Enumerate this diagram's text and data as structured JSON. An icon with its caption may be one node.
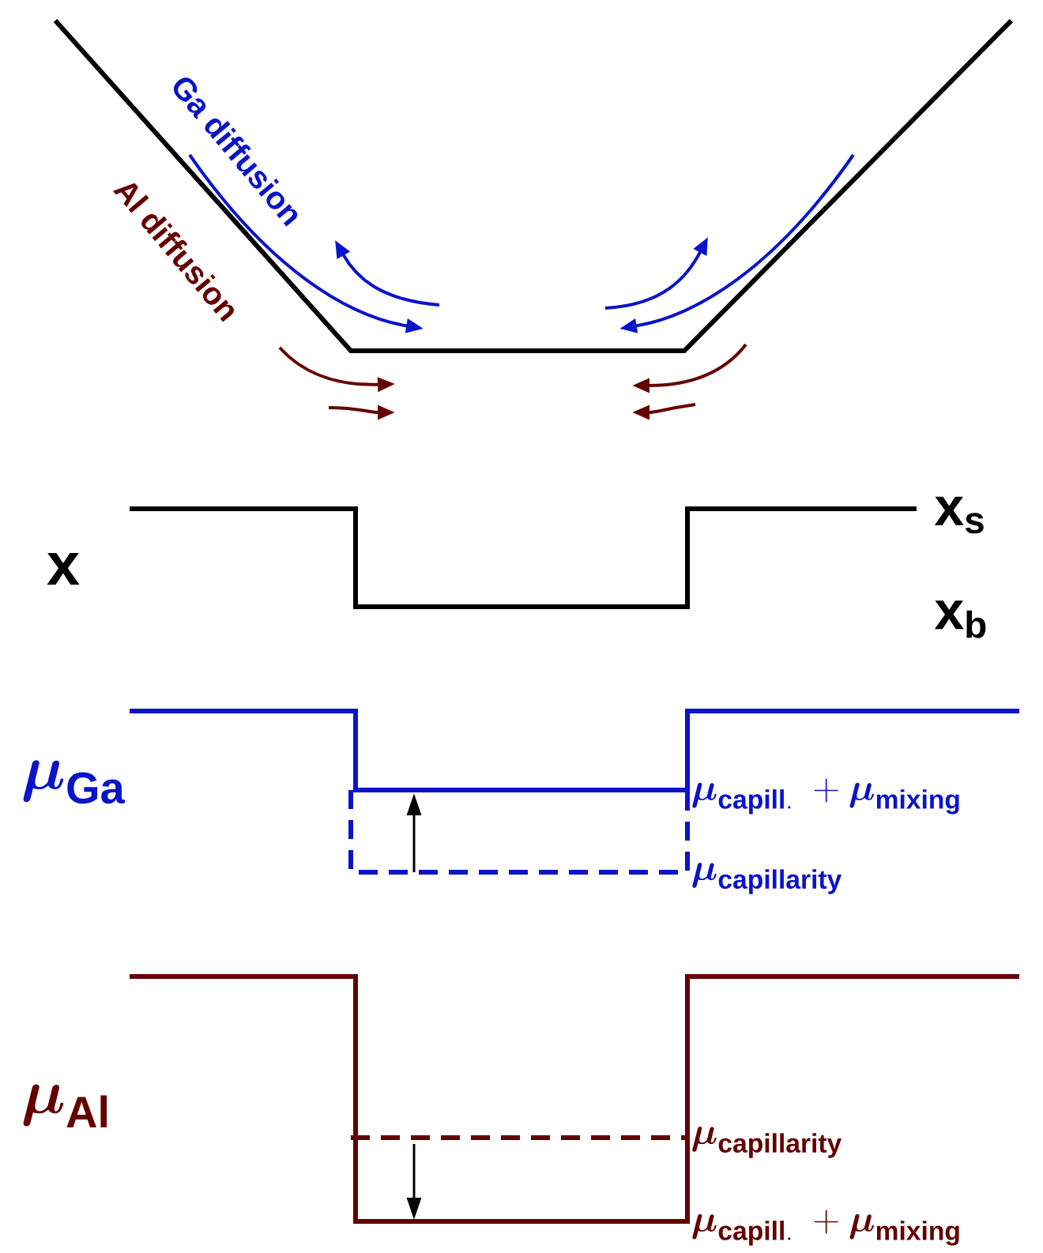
{
  "diagram": {
    "labels": [
      "Ga diffusion",
      "Al diffusion",
      "x",
      "\\mathbf{x}_{\\mathbf{s}}",
      "\\mathbf{x}_{\\mathbf{b}}",
      "\\boldsymbol{\\mu}_{\\mathbf{Ga}}",
      "\\boldsymbol{\\mu}_{\\mathbf{capill.}}\\ +\\boldsymbol{\\mu}_{\\mathbf{mixing}}",
      "\\boldsymbol{\\mu}_{\\mathbf{capillarity}}",
      "\\boldsymbol{\\mu}_{\\mathbf{Al}}",
      "\\boldsymbol{\\mu}_{\\mathbf{capillarity}}",
      "\\boldsymbol{\\mu}_{\\mathbf{capill.}}\\ +\\boldsymbol{\\mu}_{\\mathbf{mixing}}"
    ]
  }
}
